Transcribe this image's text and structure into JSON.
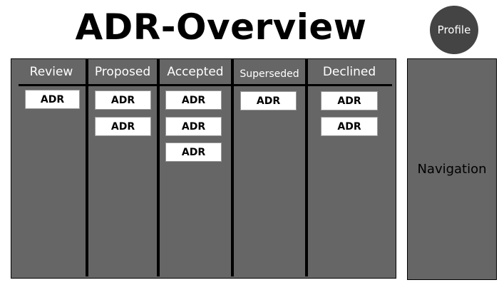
{
  "page": {
    "title": "ADR-Overview"
  },
  "profile": {
    "label": "Profile"
  },
  "navigation": {
    "label": "Navigation"
  },
  "board": {
    "columns": [
      {
        "label": "Review",
        "cards": [
          "ADR"
        ]
      },
      {
        "label": "Proposed",
        "cards": [
          "ADR",
          "ADR"
        ]
      },
      {
        "label": "Accepted",
        "cards": [
          "ADR",
          "ADR",
          "ADR"
        ]
      },
      {
        "label": "Superseded",
        "cards": [
          "ADR"
        ]
      },
      {
        "label": "Declined",
        "cards": [
          "ADR",
          "ADR"
        ]
      }
    ]
  }
}
